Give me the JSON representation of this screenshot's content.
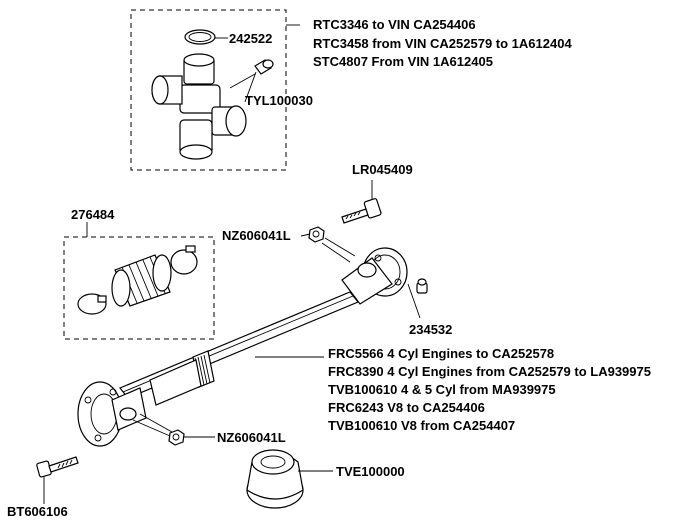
{
  "labels": {
    "ujoint_clip": "242522",
    "ujoint_notes": [
      "RTC3346 to VIN CA254406",
      "RTC3458 from VIN CA252579 to 1A612404",
      "STC4807 From VIN 1A612405"
    ],
    "grease_nipple_ujoint": "TYL100030",
    "bolt_top": "LR045409",
    "nut_top": "NZ606041L",
    "gaiter_kit": "276484",
    "grease_nipple": "234532",
    "shaft_notes": [
      "FRC5566 4 Cyl Engines to CA252578",
      "FRC8390 4 Cyl Engines from CA252579 to LA939975",
      "TVB100610 4 & 5 Cyl from MA939975",
      "FRC6243 V8 to CA254406",
      "TVB100610 V8 from CA254407"
    ],
    "nut_bottom": "NZ606041L",
    "bolt_bottom": "BT606106",
    "rubber_coupling": "TVE100000"
  }
}
